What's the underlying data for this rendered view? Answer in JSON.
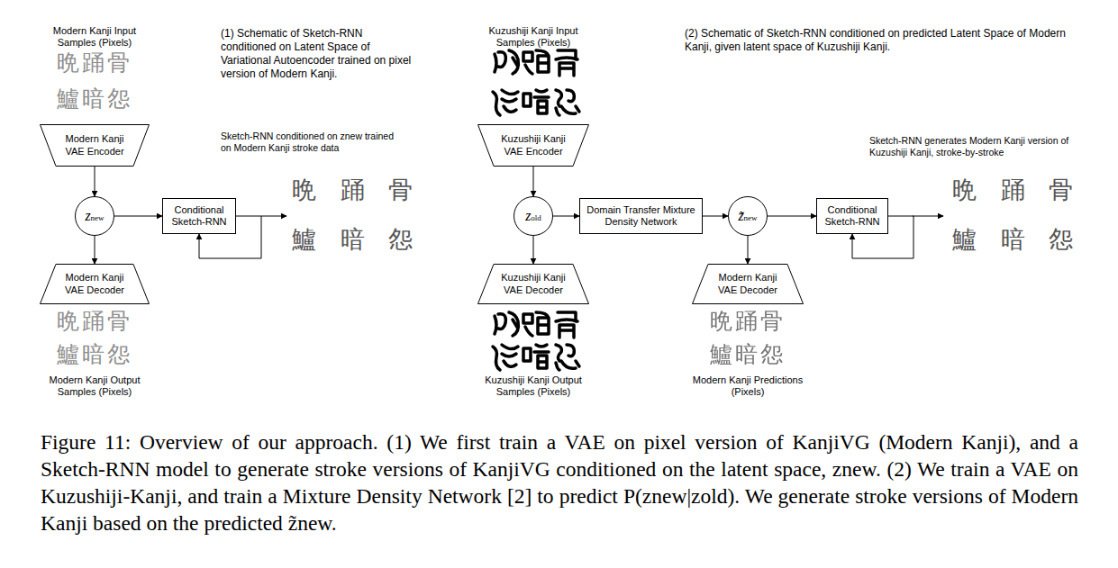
{
  "diagram": {
    "caption": "Figure 11: Overview of our approach. (1) We first train a VAE on pixel version of KanjiVG (Modern Kanji), and a Sketch-RNN model to generate stroke versions of KanjiVG conditioned on the latent space, znew. (2) We train a VAE on Kuzushiji-Kanji, and train a Mixture Density Network [2] to predict P(znew|zold). We generate stroke versions of Modern Kanji based on the predicted z̃new.",
    "nodes": [
      {
        "text": [
          "Modern Kanji VAE Encoder"
        ]
      },
      {
        "text": [
          "znew"
        ]
      },
      {
        "text": [
          "Modern Kanji VAE Decoder"
        ]
      },
      {
        "text": [
          "Conditional Sketch-RNN"
        ]
      },
      {
        "text": [
          "Kuzushiji Kanji VAE Encoder"
        ]
      },
      {
        "text": [
          "zold"
        ]
      },
      {
        "text": [
          "Kuzushiji Kanji VAE Decoder"
        ]
      },
      {
        "text": [
          "Domain Transfer Mixture Density Network"
        ]
      },
      {
        "text": [
          "z̃new"
        ]
      },
      {
        "text": [
          "Modern Kanji VAE Decoder"
        ]
      },
      {
        "text": [
          "Conditional Sketch-RNN"
        ]
      }
    ],
    "edges": [
      {
        "from": 0,
        "to": 1,
        "arrow": "to"
      },
      {
        "from": 1,
        "to": 2,
        "arrow": "to"
      },
      {
        "from": 1,
        "to": 3,
        "arrow": "to"
      },
      {
        "from": 3,
        "to": 3,
        "arrow": "to"
      },
      {
        "from": 4,
        "to": 5,
        "arrow": "to"
      },
      {
        "from": 5,
        "to": 6,
        "arrow": "to"
      },
      {
        "from": 5,
        "to": 7,
        "arrow": "to"
      },
      {
        "from": 7,
        "to": 8,
        "arrow": "to"
      },
      {
        "from": 8,
        "to": 9,
        "arrow": "to"
      },
      {
        "from": 8,
        "to": 10,
        "arrow": "to"
      },
      {
        "from": 10,
        "to": 10,
        "arrow": "to"
      }
    ],
    "labels": [
      "Modern Kanji Input Samples (Pixels)",
      "晩踊骨",
      "鱸暗怨",
      "(1) Schematic of Sketch-RNN conditioned on Latent Space of Variational Autoencoder trained on pixel version of Modern Kanji.",
      "Sketch-RNN conditioned on znew trained on Modern Kanji stroke data",
      "晩 踊 骨",
      "鱸 暗 怨",
      "晩踊骨",
      "鱸暗怨",
      "Modern Kanji Output Samples (Pixels)",
      "Kuzushiji Kanji Input Samples (Pixels)",
      "(2) Schematic of Sketch-RNN conditioned on predicted Latent Space of Modern Kanji, given latent space of Kuzushiji Kanji.",
      "Sketch-RNN generates Modern Kanji version of Kuzushiji Kanji, stroke-by-stroke",
      "晩 踊 骨",
      "鱸 暗 怨",
      "Kuzushiji Kanji Output Samples (Pixels)",
      "晩踊骨",
      "鱸暗怨",
      "Modern Kanji Predictions (Pixels)"
    ]
  }
}
